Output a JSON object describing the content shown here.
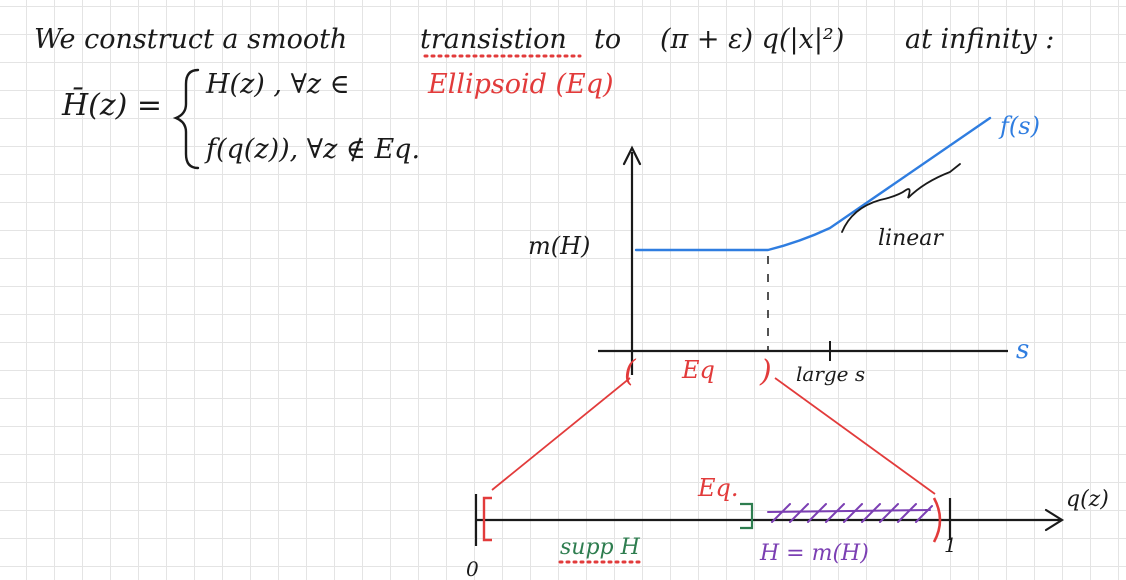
{
  "notes": {
    "line1_prefix": "We construct a smooth ",
    "line1_transition": "transistion",
    "line1_to": " to ",
    "line1_expr": "(π + ε) q(|x|²)",
    "line1_suffix": " at infinity :",
    "hbar_lhs": "H̄(z) =",
    "case1_expr": "H(z) ,  ∀z ∈ ",
    "case1_set": "Ellipsoid (Eq)",
    "case2_expr": "f(q(z)),  ∀z ∉ Eq."
  },
  "upper_graph": {
    "curve_label": "f(s)",
    "linear_label": "linear",
    "y_level_label": "m(H)",
    "x_axis_label": "s",
    "interval_open": "(",
    "interval_label": "Eq",
    "interval_close": ")",
    "large_s_label": "large s"
  },
  "lower_axis": {
    "axis_label": "q(z)",
    "origin_label": "0",
    "one_label": "1",
    "supp_label": "supp H",
    "eq_label": "Eq.",
    "h_label": "H = m(H)"
  },
  "colors": {
    "ink": "#1a1a1a",
    "red": "#e23b3b",
    "blue": "#2f7de0",
    "green": "#2e7d4f",
    "purple": "#7b3fb3"
  }
}
